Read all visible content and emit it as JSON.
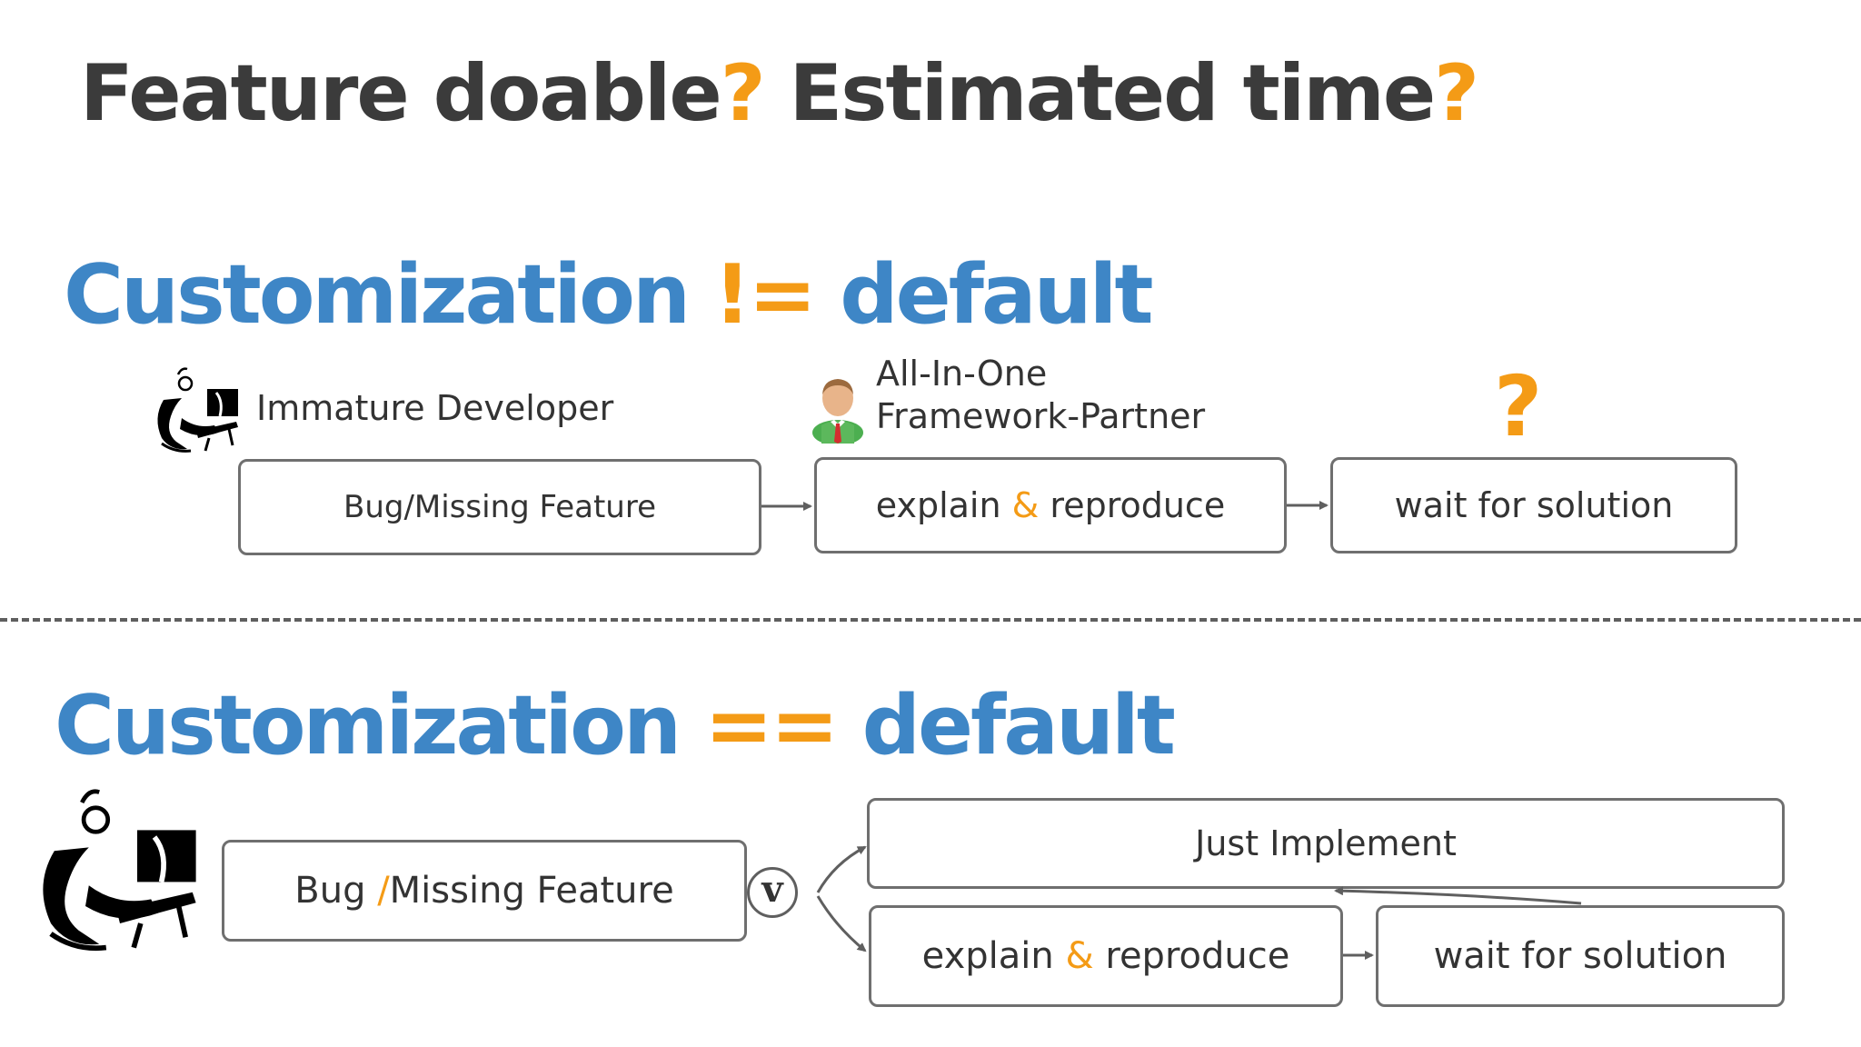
{
  "title": {
    "part1": "Feature doable",
    "q1": "?",
    "part2": " Estimated time",
    "q2": "?"
  },
  "section1": {
    "heading_left": "Customization",
    "heading_op": "!=",
    "heading_right": "default",
    "developer_label": "Immature Developer",
    "partner_label_line1": "All-In-One",
    "partner_label_line2": "Framework-Partner",
    "question_mark": "?",
    "box1": "Bug/Missing Feature",
    "box2_a": "explain",
    "box2_amp": "&",
    "box2_b": "reproduce",
    "box3": "wait for solution"
  },
  "section2": {
    "heading_left": "Customization",
    "heading_op": "==",
    "heading_right": "default",
    "box1_a": "Bug",
    "box1_slash": "/",
    "box1_b": "Missing Feature",
    "or_symbol": "v",
    "box_implement": "Just Implement",
    "box_explain_a": "explain",
    "box_explain_amp": "&",
    "box_explain_b": "reproduce",
    "box_wait": "wait for solution"
  },
  "colors": {
    "accent": "#f49b16",
    "heading": "#3e86c6",
    "text": "#333333",
    "border": "#6f6f6f"
  }
}
